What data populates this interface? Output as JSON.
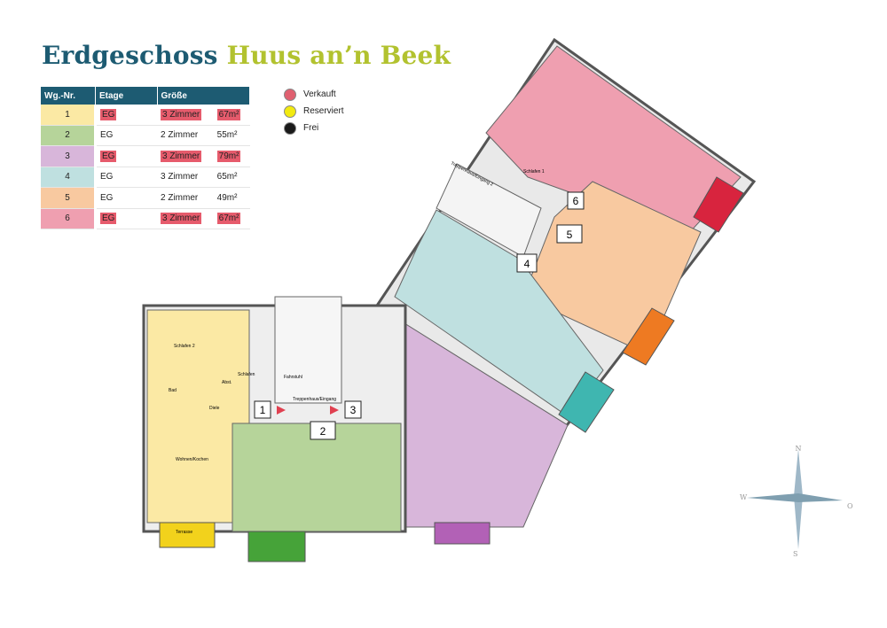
{
  "title": {
    "part1": "Erdgeschoss",
    "part2": "Huus an’n Beek"
  },
  "table": {
    "headers": [
      "Wg.-Nr.",
      "Etage",
      "Größe"
    ],
    "rows": [
      {
        "nr": "1",
        "etage": "EG",
        "zimmer": "3 Zimmer",
        "size": "67m²",
        "color": "#fbe9a4",
        "highlight": true
      },
      {
        "nr": "2",
        "etage": "EG",
        "zimmer": "2 Zimmer",
        "size": "55m²",
        "color": "#b6d49a",
        "highlight": false
      },
      {
        "nr": "3",
        "etage": "EG",
        "zimmer": "3 Zimmer",
        "size": "79m²",
        "color": "#d8b6da",
        "highlight": true
      },
      {
        "nr": "4",
        "etage": "EG",
        "zimmer": "3 Zimmer",
        "size": "65m²",
        "color": "#bfe0e0",
        "highlight": false
      },
      {
        "nr": "5",
        "etage": "EG",
        "zimmer": "2 Zimmer",
        "size": "49m²",
        "color": "#f8c9a0",
        "highlight": false
      },
      {
        "nr": "6",
        "etage": "EG",
        "zimmer": "3 Zimmer",
        "size": "67m²",
        "color": "#ef9fb0",
        "highlight": true
      }
    ]
  },
  "legend": [
    {
      "label": "Verkauft",
      "color": "#e06070"
    },
    {
      "label": "Reserviert",
      "color": "#f2ea10"
    },
    {
      "label": "Frei",
      "color": "#1a1a1a"
    }
  ],
  "plan": {
    "unit_markers": [
      "1",
      "2",
      "3",
      "4",
      "5",
      "6"
    ],
    "stair_label": "Treppenhaus/Eingang",
    "stair_label_2": "Treppenhaus/Eingang 2",
    "lift_label": "Fahrstuhl",
    "room_labels": {
      "schlafen": "Schlafen",
      "schlafen1": "Schlafen 1",
      "schlafen2": "Schlafen 2",
      "bad": "Bad",
      "diele": "Diele",
      "abst": "Abst.",
      "wohnen": "Wohnen/Kochen",
      "terrasse": "Terrasse"
    }
  },
  "compass": {
    "n": "N",
    "s": "S",
    "w": "W",
    "o": "O"
  },
  "colors": {
    "unit1": "#fbe9a4",
    "unit2": "#b6d49a",
    "unit3": "#d8b6da",
    "unit4": "#bfe0e0",
    "unit5": "#f8c9a0",
    "unit6": "#ef9fb0",
    "terrace1": "#f2d21c",
    "terrace2": "#46a339",
    "terrace3": "#b261b6",
    "terrace4": "#3fb6b0",
    "terrace5": "#ee7a22",
    "terrace6": "#d8243e"
  }
}
